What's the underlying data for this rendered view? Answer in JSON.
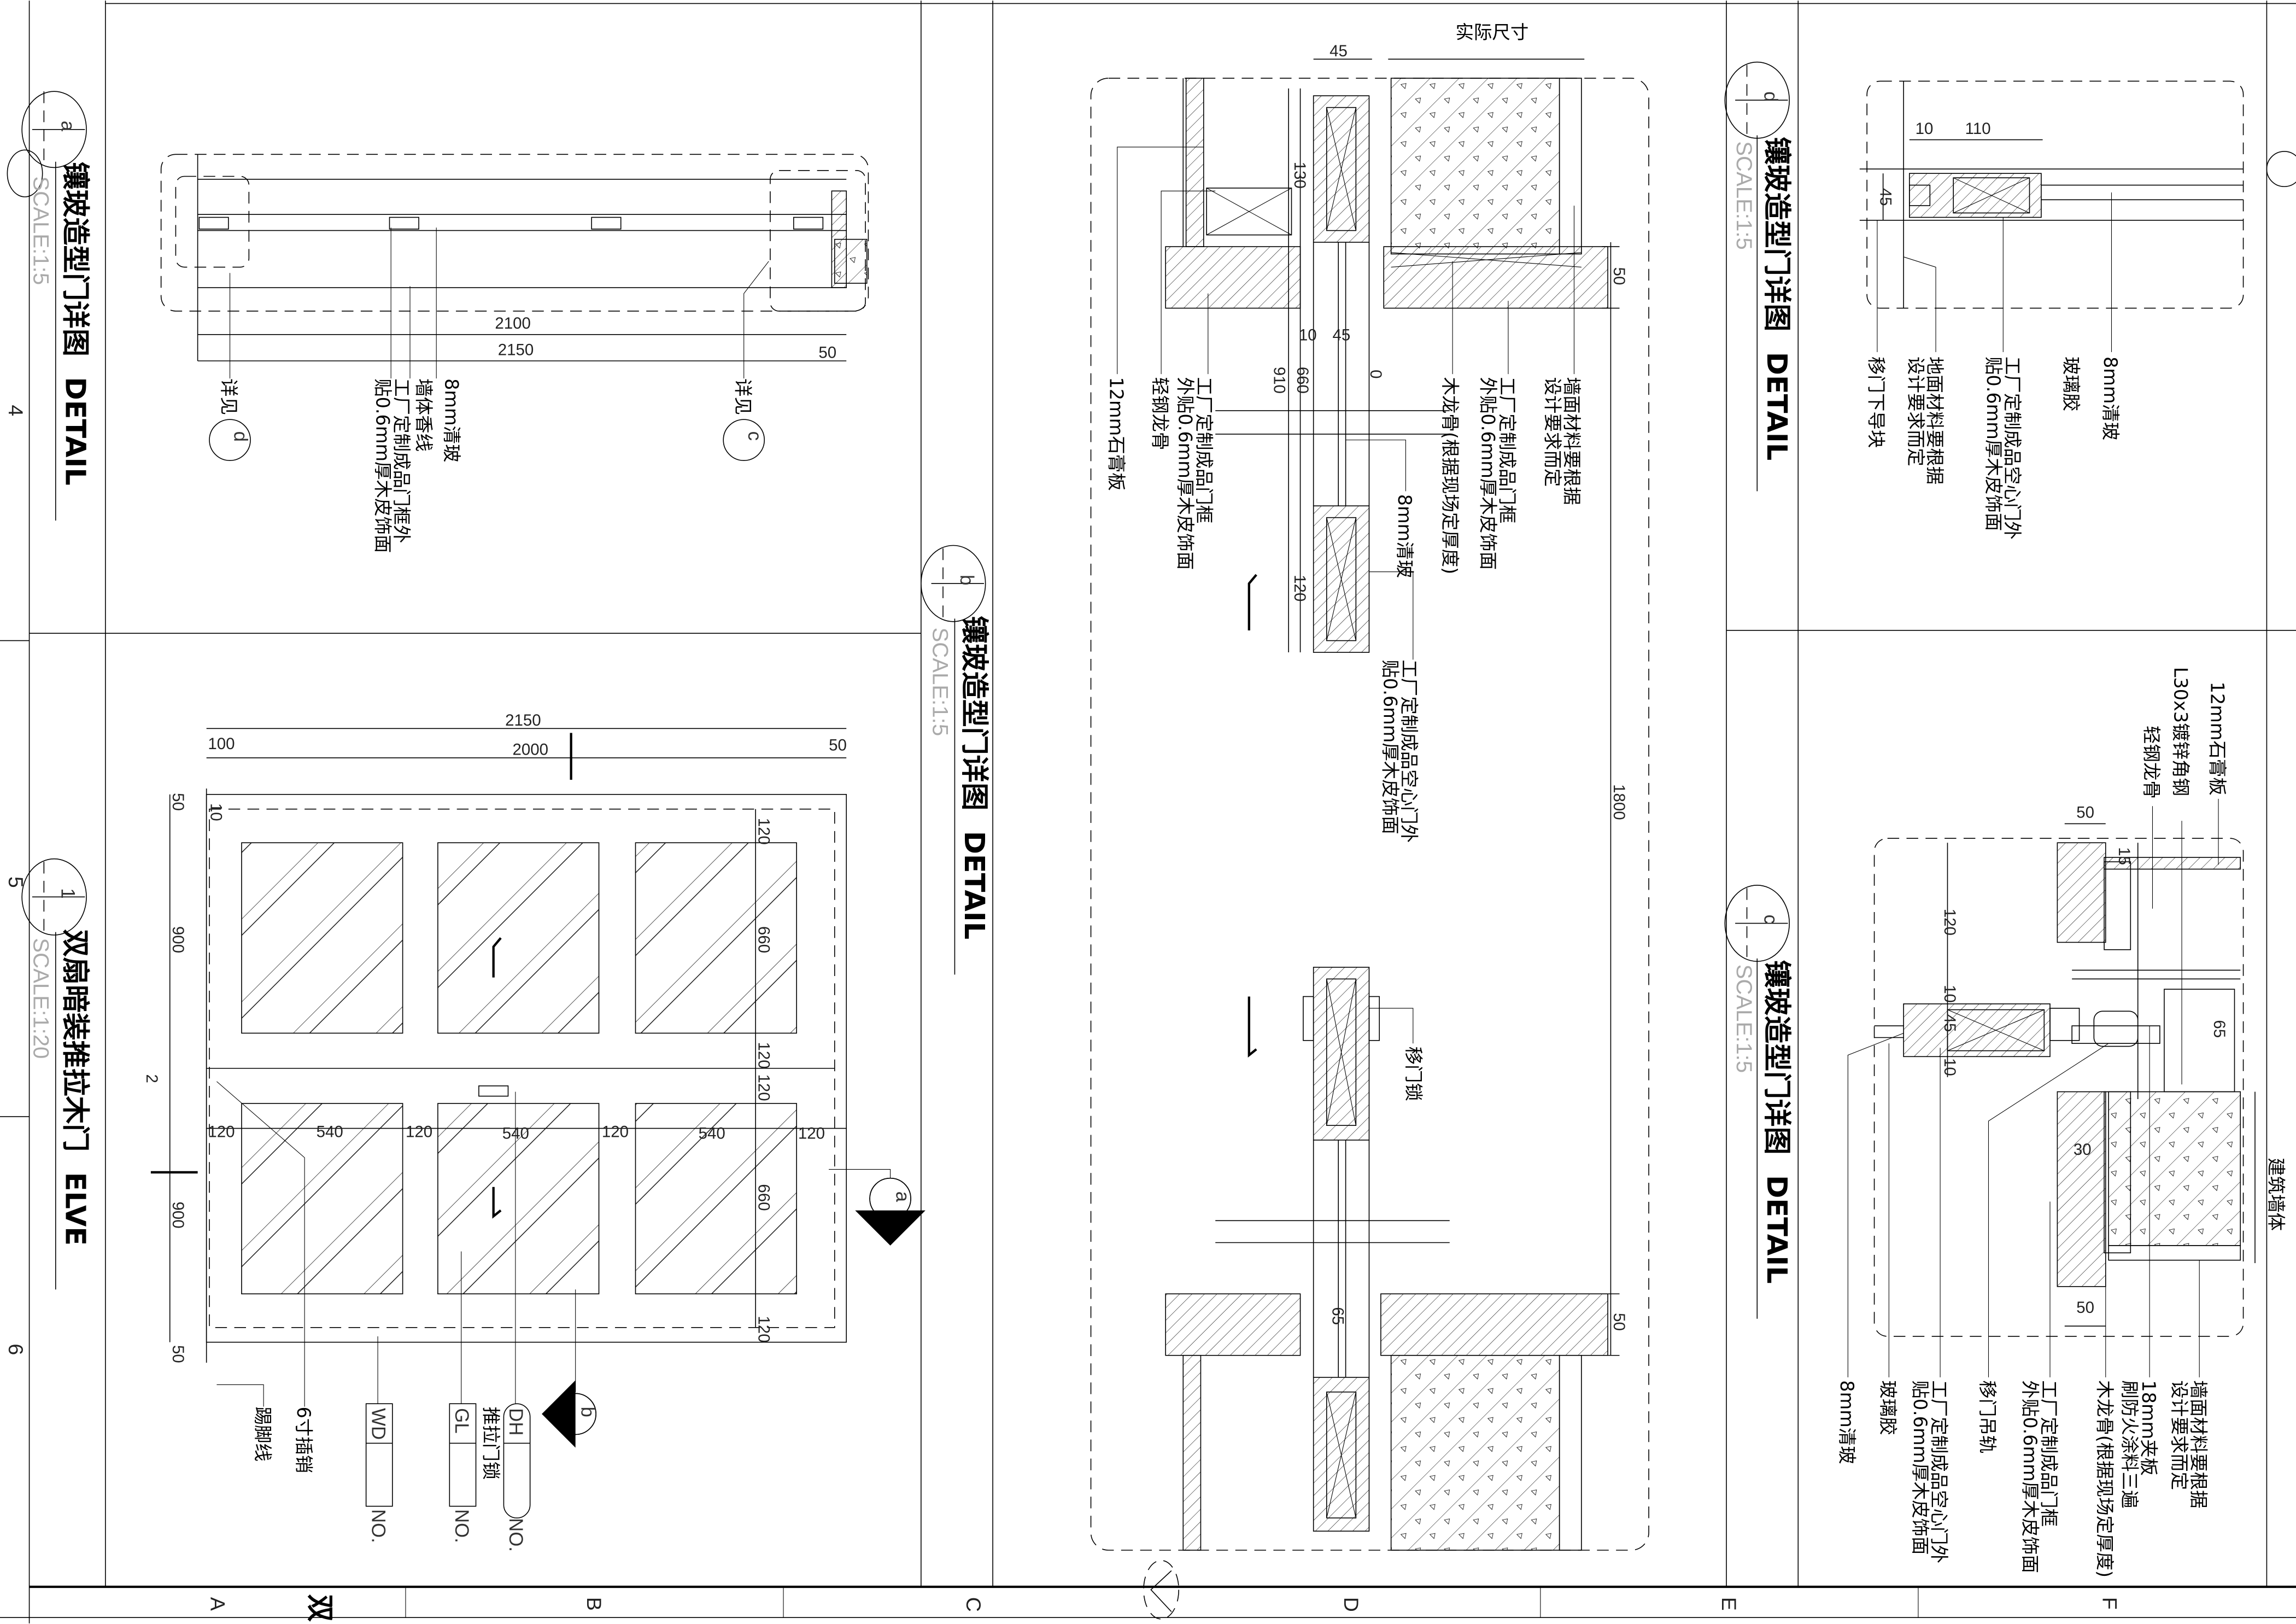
{
  "border": {
    "columns": [
      "A",
      "B",
      "C",
      "D",
      "E",
      "F"
    ],
    "rows": [
      "4",
      "5",
      "6"
    ],
    "corner_glyph": "双"
  },
  "detail_a": {
    "marker": "a",
    "title": "镶玻造型门详图",
    "title_en": "DETAIL",
    "scale": "SCALE:1:5",
    "dims": {
      "d2100": "2100",
      "d2150": "2150",
      "d50": "50"
    },
    "labels": {
      "see1": "详见",
      "see1_ref": "d",
      "frame_1": "工厂定制成品门框外",
      "frame_2": "贴0.6mm厚木皮饰面",
      "trim": "墙体香线",
      "glass": "8mm清玻",
      "see2": "详见",
      "see2_ref": "c"
    }
  },
  "elevation_1": {
    "marker": "1",
    "title": "双扇暗装推拉木门",
    "title_en": "ELVE",
    "scale": "SCALE:1:20",
    "dims": {
      "total": "2150",
      "left": "100",
      "inner": "2000",
      "right": "50",
      "top50": "50",
      "bottom50": "50",
      "h900a": "900",
      "h900b": "900",
      "gap": "2",
      "d10": "10",
      "r120a": "120",
      "r660a": "660",
      "r120b": "120",
      "r120c": "120",
      "r660b": "660",
      "r120d": "120",
      "row": [
        "120",
        "540",
        "120",
        "540",
        "120",
        "540",
        "120"
      ]
    },
    "labels": {
      "skirting": "踢脚线",
      "bolt": "6寸插销",
      "lock": "推拉门锁",
      "tag_wd": "WD",
      "tag_gl": "GL",
      "tag_dh": "DH",
      "tag_no": "NO.",
      "section_a": "a",
      "section_b": "b"
    }
  },
  "detail_b": {
    "marker": "b",
    "title": "镶玻造型门详图",
    "title_en": "DETAIL",
    "scale": "SCALE:1:5",
    "header": "实际尺寸",
    "dims": {
      "d45top": "45",
      "d130": "130",
      "d910": "910",
      "d660": "660",
      "d10a": "10",
      "d45mid": "45",
      "d10b": "0",
      "d120": "120",
      "d50a": "50",
      "d1800": "1800",
      "d65": "65",
      "d50b": "50"
    },
    "labels": {
      "gypsum": "12mm石膏板",
      "stud": "轻钢龙骨",
      "frame_l_1": "工厂定制成品门框",
      "frame_l_2": "外贴0.6mm厚木皮饰面",
      "glass": "8mm清玻",
      "door_1": "工厂定制成品空心门外",
      "door_2": "贴0.6mm厚木皮饰面",
      "wood_keel": "木龙骨(根据现场定厚度)",
      "frame_r_1": "工厂定制成品门框",
      "frame_r_2": "外贴0.6mm厚木皮饰面",
      "wall_1": "墙面材料要根据",
      "wall_2": "设计要求而定",
      "lock": "移门锁"
    }
  },
  "detail_d": {
    "marker": "d",
    "title": "镶玻造型门详图",
    "title_en": "DETAIL",
    "scale": "SCALE:1:5",
    "dims": {
      "d10": "10",
      "d110": "110",
      "d45": "45"
    },
    "labels": {
      "guide": "移门下导块",
      "floor_1": "地面材料要根据",
      "floor_2": "设计要求而定",
      "door_1": "工厂定制成品空心门外",
      "door_2": "贴0.6mm厚木皮饰面",
      "sealant": "玻璃胶",
      "glass": "8mm清玻"
    }
  },
  "detail_c": {
    "marker": "c",
    "title": "镶玻造型门详图",
    "title_en": "DETAIL",
    "scale": "SCALE:1:5",
    "dims": {
      "d50a": "50",
      "d15": "15",
      "d120": "120",
      "d10a": "10",
      "d45": "45",
      "d10b": "10",
      "d65": "65",
      "d30": "30",
      "d50b": "50"
    },
    "labels": {
      "gypsum": "12mm石膏板",
      "angle": "L30x3镀锌角钢",
      "stud": "轻钢龙骨",
      "glass": "8mm清玻",
      "sealant": "玻璃胶",
      "door_1": "工厂定制成品空心门外",
      "door_2": "贴0.6mm厚木皮饰面",
      "track": "移门吊轨",
      "frame_1": "工厂定制成品门框",
      "frame_2": "外贴0.6mm厚木皮饰面",
      "wood_keel": "木龙骨(根据现场定厚度)",
      "plywood_1": "18mm夹板",
      "plywood_2": "刷防火涂料三遍",
      "wall_1": "墙面材料要根据",
      "wall_2": "设计要求而定",
      "structure": "建筑墙体"
    }
  }
}
